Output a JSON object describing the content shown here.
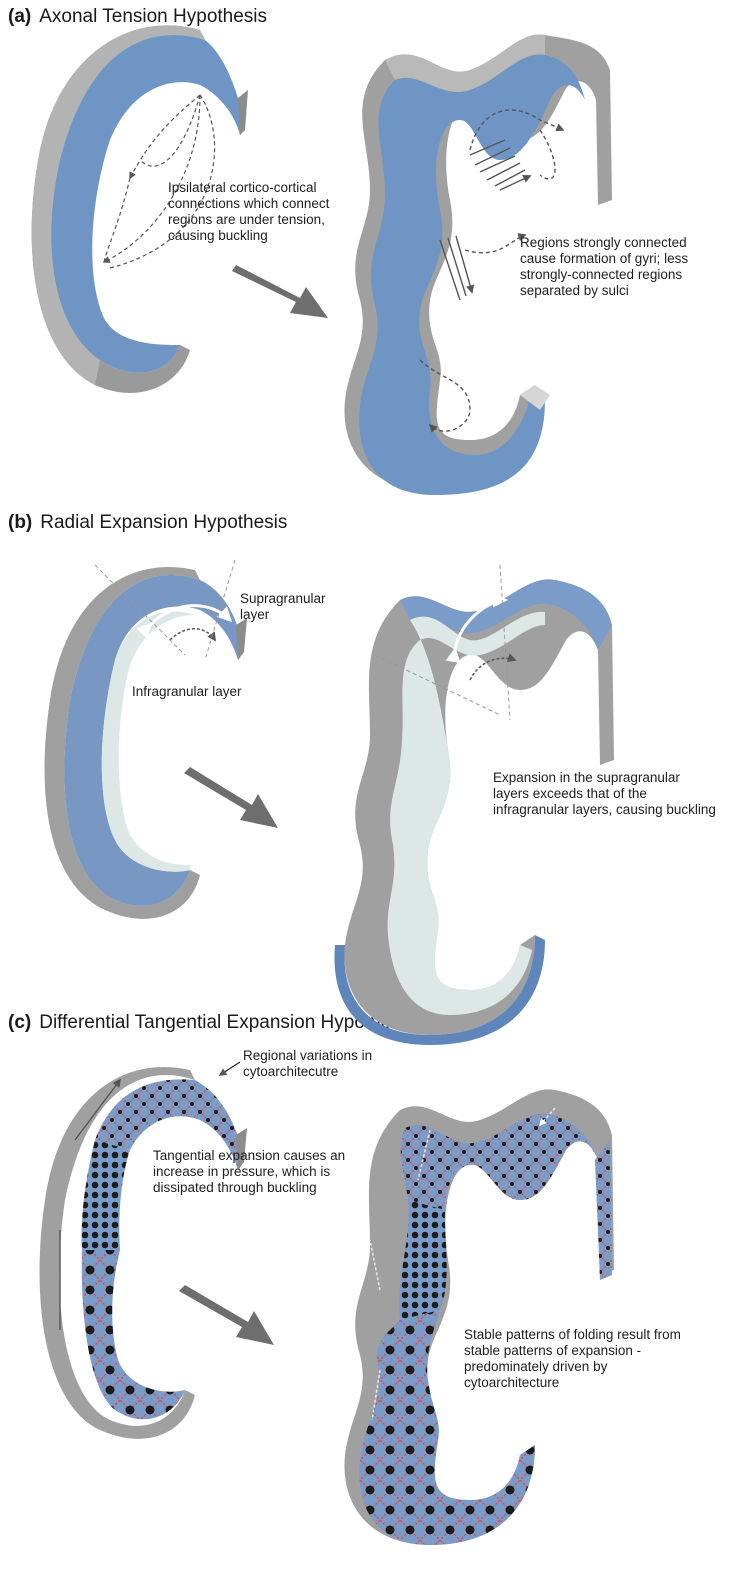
{
  "panels": [
    {
      "id": "a",
      "letter": "(a)",
      "title": "Axonal Tension Hypothesis",
      "captions": [
        "Ipsilateral cortico-cortical connections which connect regions are under tension, causing buckling",
        "Regions strongly connected cause formation of gyri; less strongly-connected regions separated by sulci"
      ]
    },
    {
      "id": "b",
      "letter": "(b)",
      "title": "Radial Expansion Hypothesis",
      "captions": [
        "Supragranular layer",
        "Infragranular layer",
        "Expansion in the supragranular layers exceeds that of the infragranular layers, causing buckling"
      ]
    },
    {
      "id": "c",
      "letter": "(c)",
      "title": "Differential Tangential Expansion Hypothesis",
      "captions": [
        "Regional variations in cytoarchitecutre",
        "Tangential expansion causes an increase in pressure, which is dissipated through buckling",
        "Stable patterns of folding result from stable patterns of expansion - predominately driven by cytoarchitecture"
      ]
    }
  ],
  "colors": {
    "wall_gray": "#a7a7a7",
    "wall_dark": "#8a8a8a",
    "cortex_blue": "#6f95c4",
    "infragranular_pale": "#dde8e6",
    "pattern_red": "#d94a4a",
    "pattern_dark": "#1c1c1c",
    "arrow_gray": "#6e6e6e"
  }
}
